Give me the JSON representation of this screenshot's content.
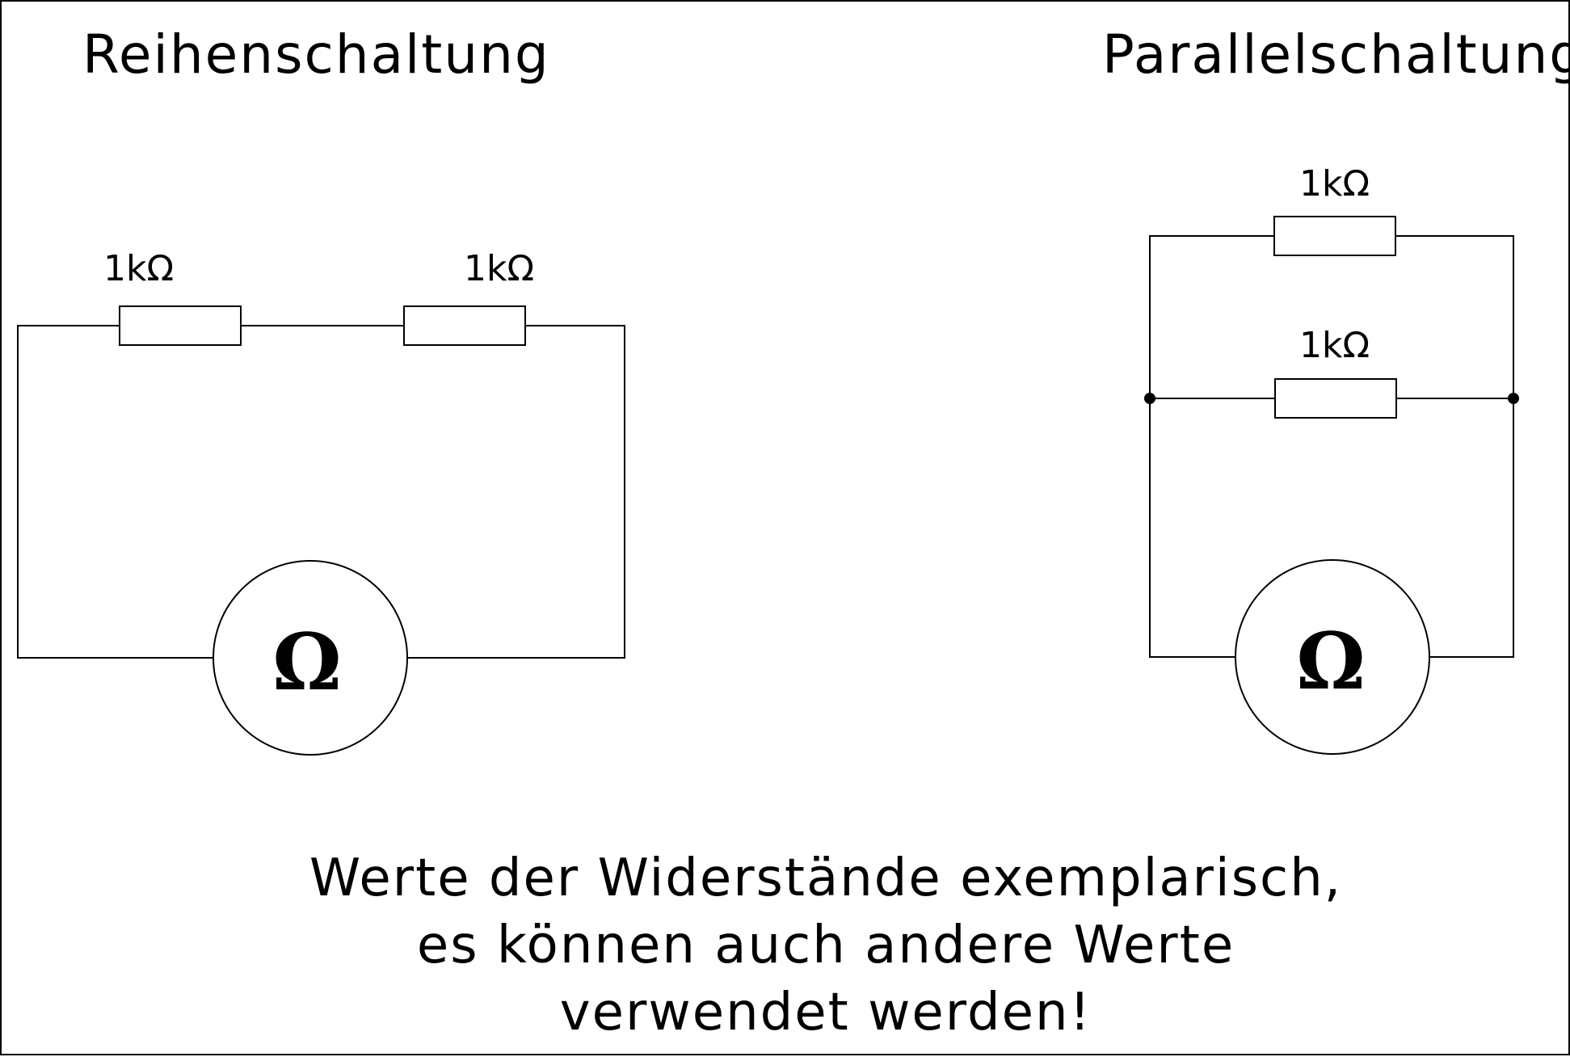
{
  "series_circuit": {
    "title": "Reihenschaltung",
    "resistor_1_label": "1kΩ",
    "resistor_2_label": "1kΩ",
    "meter_symbol": "Ω"
  },
  "parallel_circuit": {
    "title": "Parallelschaltung",
    "resistor_1_label": "1kΩ",
    "resistor_2_label": "1kΩ",
    "meter_symbol": "Ω"
  },
  "note": {
    "line_1": "Werte der Widerstände exemplarisch,",
    "line_2": "es können auch andere Werte",
    "line_3": "verwendet werden!"
  }
}
